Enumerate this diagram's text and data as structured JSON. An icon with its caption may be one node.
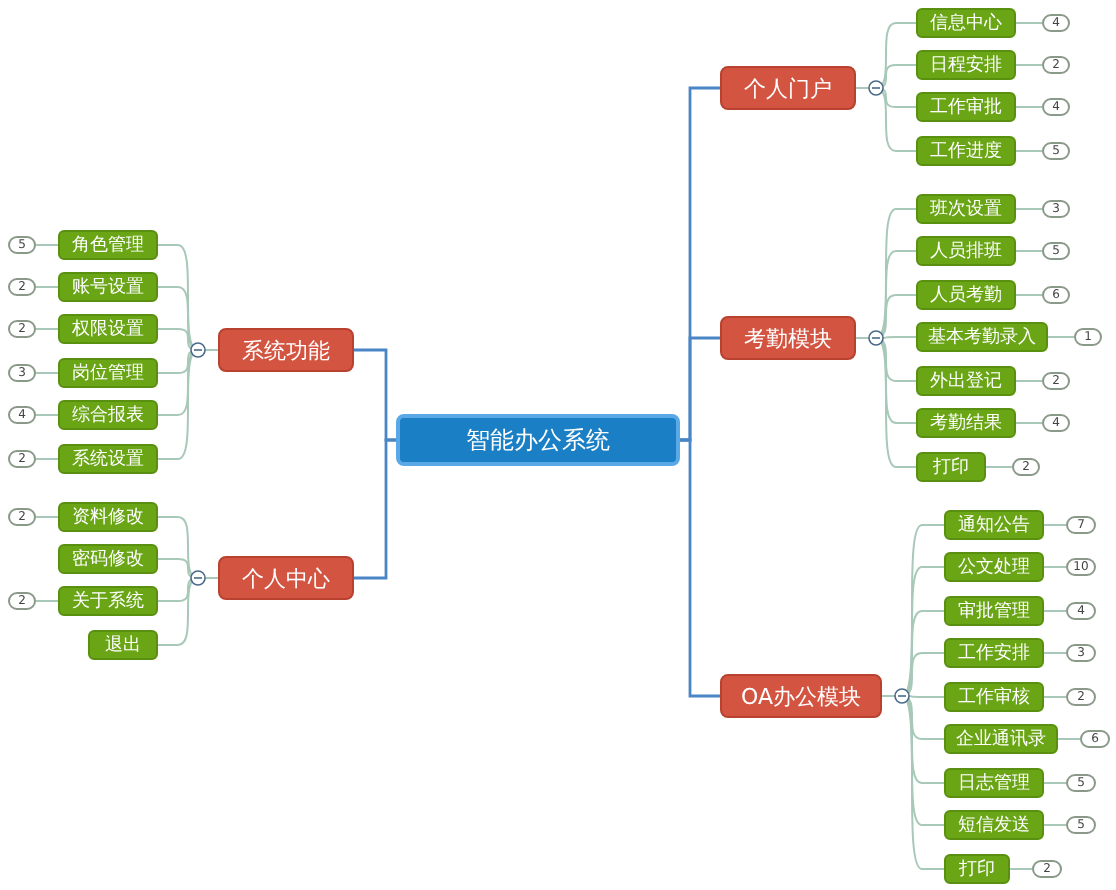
{
  "diagram": {
    "nodes": [
      {
        "text": [
          "智能办公系统"
        ]
      },
      {
        "text": [
          "系统功能"
        ]
      },
      {
        "text": [
          "角色管理"
        ]
      },
      {
        "text": [
          "账号设置"
        ]
      },
      {
        "text": [
          "权限设置"
        ]
      },
      {
        "text": [
          "岗位管理"
        ]
      },
      {
        "text": [
          "综合报表"
        ]
      },
      {
        "text": [
          "系统设置"
        ]
      },
      {
        "text": [
          "5"
        ]
      },
      {
        "text": [
          "2"
        ]
      },
      {
        "text": [
          "2"
        ]
      },
      {
        "text": [
          "3"
        ]
      },
      {
        "text": [
          "4"
        ]
      },
      {
        "text": [
          "2"
        ]
      },
      {
        "text": [
          "个人中心"
        ]
      },
      {
        "text": [
          "资料修改"
        ]
      },
      {
        "text": [
          "密码修改"
        ]
      },
      {
        "text": [
          "关于系统"
        ]
      },
      {
        "text": [
          "退出"
        ]
      },
      {
        "text": [
          "2"
        ]
      },
      {
        "text": [
          "2"
        ]
      },
      {
        "text": [
          "个人门户"
        ]
      },
      {
        "text": [
          "信息中心"
        ]
      },
      {
        "text": [
          "日程安排"
        ]
      },
      {
        "text": [
          "工作审批"
        ]
      },
      {
        "text": [
          "工作进度"
        ]
      },
      {
        "text": [
          "4"
        ]
      },
      {
        "text": [
          "2"
        ]
      },
      {
        "text": [
          "4"
        ]
      },
      {
        "text": [
          "5"
        ]
      },
      {
        "text": [
          "考勤模块"
        ]
      },
      {
        "text": [
          "班次设置"
        ]
      },
      {
        "text": [
          "人员排班"
        ]
      },
      {
        "text": [
          "人员考勤"
        ]
      },
      {
        "text": [
          "基本考勤录入"
        ]
      },
      {
        "text": [
          "外出登记"
        ]
      },
      {
        "text": [
          "考勤结果"
        ]
      },
      {
        "text": [
          "打印"
        ]
      },
      {
        "text": [
          "3"
        ]
      },
      {
        "text": [
          "5"
        ]
      },
      {
        "text": [
          "6"
        ]
      },
      {
        "text": [
          "1"
        ]
      },
      {
        "text": [
          "2"
        ]
      },
      {
        "text": [
          "4"
        ]
      },
      {
        "text": [
          "2"
        ]
      },
      {
        "text": [
          "OA办公模块"
        ]
      },
      {
        "text": [
          "通知公告"
        ]
      },
      {
        "text": [
          "公文处理"
        ]
      },
      {
        "text": [
          "审批管理"
        ]
      },
      {
        "text": [
          "工作安排"
        ]
      },
      {
        "text": [
          "工作审核"
        ]
      },
      {
        "text": [
          "企业通讯录"
        ]
      },
      {
        "text": [
          "日志管理"
        ]
      },
      {
        "text": [
          "短信发送"
        ]
      },
      {
        "text": [
          "打印"
        ]
      },
      {
        "text": [
          "7"
        ]
      },
      {
        "text": [
          "10"
        ]
      },
      {
        "text": [
          "4"
        ]
      },
      {
        "text": [
          "3"
        ]
      },
      {
        "text": [
          "2"
        ]
      },
      {
        "text": [
          "6"
        ]
      },
      {
        "text": [
          "5"
        ]
      },
      {
        "text": [
          "5"
        ]
      },
      {
        "text": [
          "2"
        ]
      }
    ],
    "edges": [
      {
        "from": 0,
        "to": 1,
        "arrow": "none",
        "color": "#4a86c5"
      },
      {
        "from": 0,
        "to": 14,
        "arrow": "none",
        "color": "#4a86c5"
      },
      {
        "from": 0,
        "to": 21,
        "arrow": "none",
        "color": "#4a86c5"
      },
      {
        "from": 0,
        "to": 30,
        "arrow": "none",
        "color": "#4a86c5"
      },
      {
        "from": 0,
        "to": 45,
        "arrow": "none",
        "color": "#4a86c5"
      },
      {
        "from": 1,
        "to": 2,
        "arrow": "none"
      },
      {
        "from": 1,
        "to": 3,
        "arrow": "none"
      },
      {
        "from": 1,
        "to": 4,
        "arrow": "none"
      },
      {
        "from": 1,
        "to": 5,
        "arrow": "none"
      },
      {
        "from": 1,
        "to": 6,
        "arrow": "none"
      },
      {
        "from": 1,
        "to": 7,
        "arrow": "none"
      },
      {
        "from": 2,
        "to": 8,
        "arrow": "none"
      },
      {
        "from": 3,
        "to": 9,
        "arrow": "none"
      },
      {
        "from": 4,
        "to": 10,
        "arrow": "none"
      },
      {
        "from": 5,
        "to": 11,
        "arrow": "none"
      },
      {
        "from": 6,
        "to": 12,
        "arrow": "none"
      },
      {
        "from": 7,
        "to": 13,
        "arrow": "none"
      },
      {
        "from": 14,
        "to": 15,
        "arrow": "none"
      },
      {
        "from": 14,
        "to": 16,
        "arrow": "none"
      },
      {
        "from": 14,
        "to": 17,
        "arrow": "none"
      },
      {
        "from": 14,
        "to": 18,
        "arrow": "none"
      },
      {
        "from": 15,
        "to": 19,
        "arrow": "none"
      },
      {
        "from": 17,
        "to": 20,
        "arrow": "none"
      },
      {
        "from": 21,
        "to": 22,
        "arrow": "none"
      },
      {
        "from": 21,
        "to": 23,
        "arrow": "none"
      },
      {
        "from": 21,
        "to": 24,
        "arrow": "none"
      },
      {
        "from": 21,
        "to": 25,
        "arrow": "none"
      },
      {
        "from": 22,
        "to": 26,
        "arrow": "none"
      },
      {
        "from": 23,
        "to": 27,
        "arrow": "none"
      },
      {
        "from": 24,
        "to": 28,
        "arrow": "none"
      },
      {
        "from": 25,
        "to": 29,
        "arrow": "none"
      },
      {
        "from": 30,
        "to": 31,
        "arrow": "none"
      },
      {
        "from": 30,
        "to": 32,
        "arrow": "none"
      },
      {
        "from": 30,
        "to": 33,
        "arrow": "none"
      },
      {
        "from": 30,
        "to": 34,
        "arrow": "none"
      },
      {
        "from": 30,
        "to": 35,
        "arrow": "none"
      },
      {
        "from": 30,
        "to": 36,
        "arrow": "none"
      },
      {
        "from": 30,
        "to": 37,
        "arrow": "none"
      },
      {
        "from": 31,
        "to": 38,
        "arrow": "none"
      },
      {
        "from": 32,
        "to": 39,
        "arrow": "none"
      },
      {
        "from": 33,
        "to": 40,
        "arrow": "none"
      },
      {
        "from": 34,
        "to": 41,
        "arrow": "none"
      },
      {
        "from": 35,
        "to": 42,
        "arrow": "none"
      },
      {
        "from": 36,
        "to": 43,
        "arrow": "none"
      },
      {
        "from": 37,
        "to": 44,
        "arrow": "none"
      },
      {
        "from": 45,
        "to": 46,
        "arrow": "none"
      },
      {
        "from": 45,
        "to": 47,
        "arrow": "none"
      },
      {
        "from": 45,
        "to": 48,
        "arrow": "none"
      },
      {
        "from": 45,
        "to": 49,
        "arrow": "none"
      },
      {
        "from": 45,
        "to": 50,
        "arrow": "none"
      },
      {
        "from": 45,
        "to": 51,
        "arrow": "none"
      },
      {
        "from": 45,
        "to": 52,
        "arrow": "none"
      },
      {
        "from": 45,
        "to": 53,
        "arrow": "none"
      },
      {
        "from": 45,
        "to": 54,
        "arrow": "none"
      },
      {
        "from": 46,
        "to": 55,
        "arrow": "none"
      },
      {
        "from": 47,
        "to": 56,
        "arrow": "none"
      },
      {
        "from": 48,
        "to": 57,
        "arrow": "none"
      },
      {
        "from": 49,
        "to": 58,
        "arrow": "none"
      },
      {
        "from": 50,
        "to": 59,
        "arrow": "none"
      },
      {
        "from": 51,
        "to": 60,
        "arrow": "none"
      },
      {
        "from": 52,
        "to": 61,
        "arrow": "none"
      },
      {
        "from": 53,
        "to": 62,
        "arrow": "none"
      },
      {
        "from": 54,
        "to": 63,
        "arrow": "none"
      }
    ]
  }
}
